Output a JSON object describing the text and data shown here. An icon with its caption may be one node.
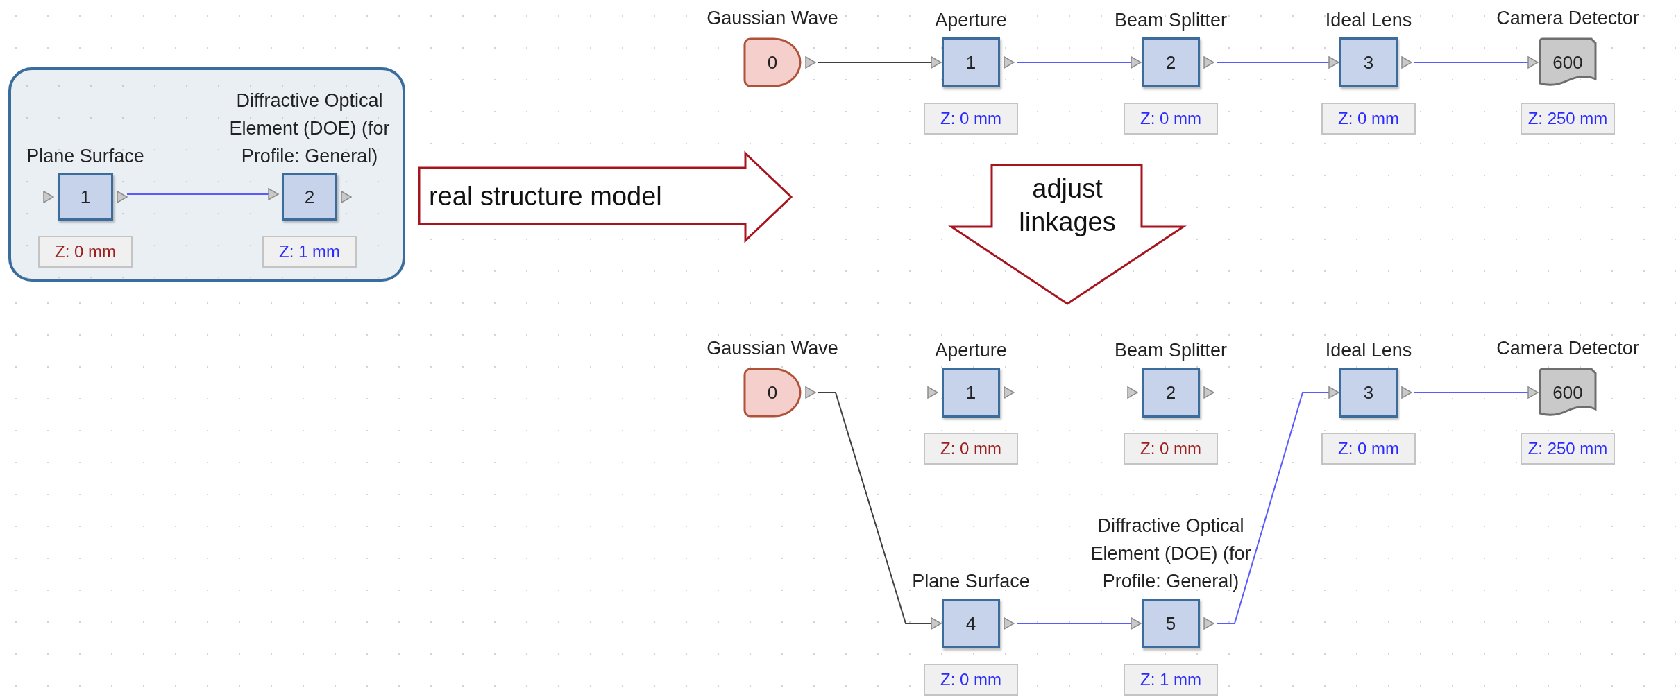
{
  "diagram": {
    "nodes": [
      {
        "text": [],
        "shape": "box"
      },
      {
        "text": [
          "Plane Surface",
          "1"
        ],
        "in": 0,
        "beside": [
          "Z: 0 mm"
        ]
      },
      {
        "text": [
          "Diffractive Optical Element (DOE) (for Profile: General)",
          "2"
        ],
        "in": 0,
        "beside": [
          "Z: 1 mm"
        ]
      },
      {
        "text": [
          "real structure model"
        ]
      },
      {
        "text": [
          "Gaussian Wave",
          "0"
        ]
      },
      {
        "text": [
          "Aperture",
          "1"
        ],
        "beside": [
          "Z: 0 mm"
        ]
      },
      {
        "text": [
          "Beam Splitter",
          "2"
        ],
        "beside": [
          "Z: 0 mm"
        ]
      },
      {
        "text": [
          "Ideal Lens",
          "3"
        ],
        "beside": [
          "Z: 0 mm"
        ]
      },
      {
        "text": [
          "Camera Detector",
          "600"
        ],
        "beside": [
          "Z: 250 mm"
        ]
      },
      {
        "text": [
          "adjust linkages"
        ]
      },
      {
        "text": [
          "Gaussian Wave",
          "0"
        ]
      },
      {
        "text": [
          "Aperture",
          "1"
        ],
        "beside": [
          "Z: 0 mm"
        ]
      },
      {
        "text": [
          "Beam Splitter",
          "2"
        ],
        "beside": [
          "Z: 0 mm"
        ]
      },
      {
        "text": [
          "Ideal Lens",
          "3"
        ],
        "beside": [
          "Z: 0 mm"
        ]
      },
      {
        "text": [
          "Camera Detector",
          "600"
        ],
        "beside": [
          "Z: 250 mm"
        ]
      },
      {
        "text": [
          "Diffractive Optical Element (DOE) (for Profile: General)",
          "5"
        ],
        "beside": [
          "Z: 1 mm"
        ]
      },
      {
        "text": [
          "Plane Surface",
          "4"
        ],
        "beside": [
          "Z: 0 mm"
        ]
      }
    ],
    "edges": [
      {
        "from": 1,
        "to": 2,
        "arrow": "to"
      },
      {
        "from": 4,
        "to": 5,
        "arrow": "to",
        "color": "#404040"
      },
      {
        "from": 5,
        "to": 6,
        "arrow": "to"
      },
      {
        "from": 6,
        "to": 7,
        "arrow": "to"
      },
      {
        "from": 7,
        "to": 8,
        "arrow": "to"
      },
      {
        "from": 10,
        "to": 16,
        "arrow": "to",
        "color": "#404040"
      },
      {
        "from": 16,
        "to": 15,
        "arrow": "to"
      },
      {
        "from": 15,
        "to": 13,
        "arrow": "to"
      },
      {
        "from": 13,
        "to": 14,
        "arrow": "to"
      }
    ]
  }
}
